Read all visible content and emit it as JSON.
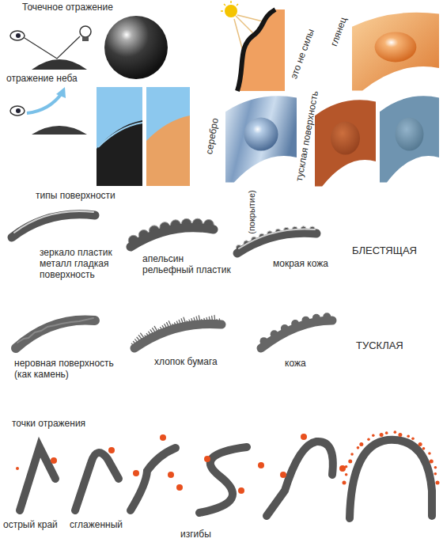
{
  "diagram": {
    "labels": [
      "Точечное отражение",
      "это не силы",
      "глянец",
      "отражение неба",
      "серебро",
      "тусклая поверхность",
      "типы поверхности",
      "зеркало пластик металл гладкая поверхность",
      "апельсин рельефный пластик",
      "(покрытие)",
      "мокрая кожа",
      "БЛЕСТЯЩАЯ",
      "неровная поверхность (как камень)",
      "хлопок бумага",
      "кожа",
      "ТУСКЛАЯ",
      "точки отражения",
      "острый край",
      "сглаженный",
      "изгибы"
    ]
  }
}
